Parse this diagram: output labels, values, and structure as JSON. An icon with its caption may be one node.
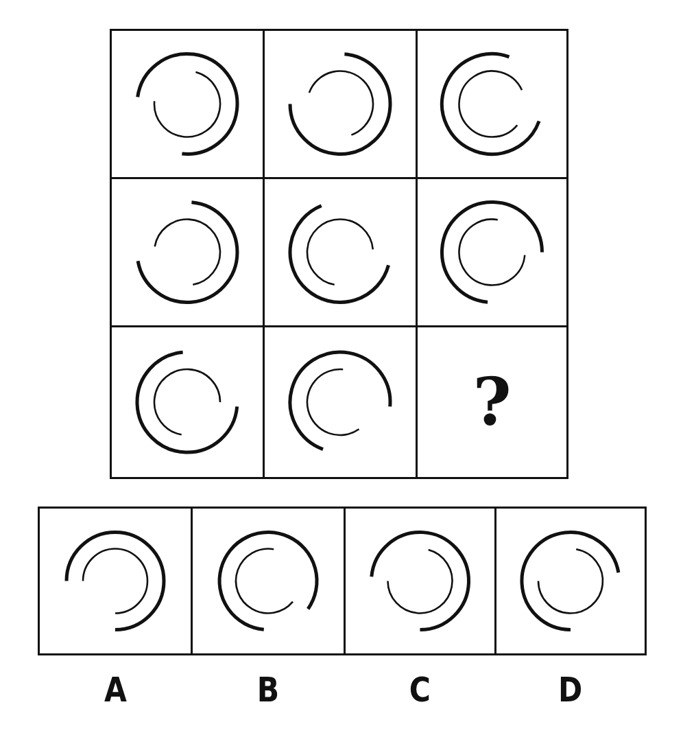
{
  "diagram": {
    "nodes": [
      {
        "text": [],
        "shape": "picture"
      },
      {
        "text": [],
        "shape": "picture"
      },
      {
        "text": [],
        "shape": "picture"
      },
      {
        "text": [],
        "shape": "picture"
      },
      {
        "text": [],
        "shape": "picture"
      },
      {
        "text": [],
        "shape": "picture"
      },
      {
        "text": [],
        "shape": "picture"
      },
      {
        "text": [],
        "shape": "picture"
      },
      {
        "text": [
          "?"
        ]
      },
      {
        "text": [],
        "shape": "picture",
        "beside": [
          "A"
        ]
      },
      {
        "text": [],
        "shape": "picture",
        "beside": [
          "B"
        ]
      },
      {
        "text": [],
        "shape": "picture",
        "beside": [
          "C"
        ]
      },
      {
        "text": [],
        "shape": "picture",
        "beside": [
          "D"
        ]
      }
    ]
  }
}
